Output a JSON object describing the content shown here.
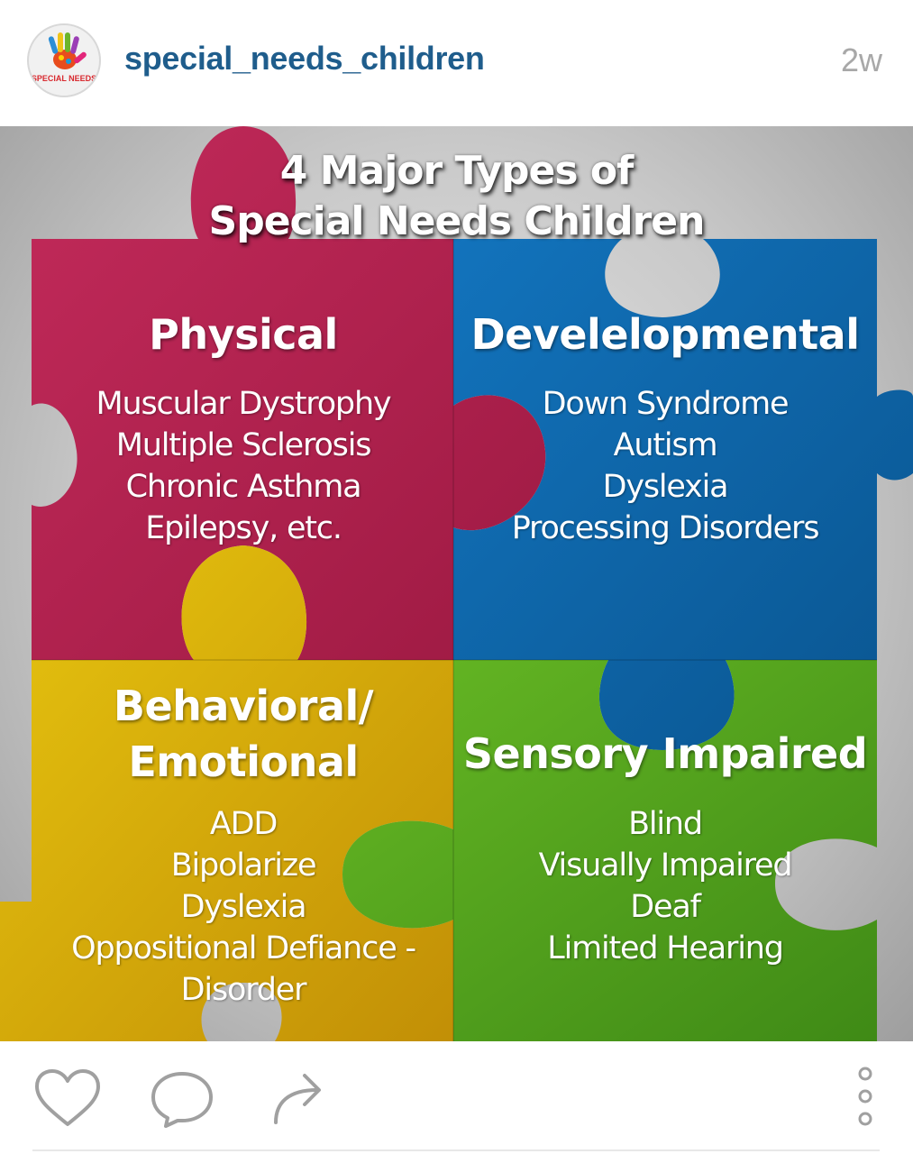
{
  "post": {
    "username": "special_needs_children",
    "timestamp": "2w",
    "avatar_text": "SPECIAL NEEDS"
  },
  "image": {
    "title_line1": "4 Major Types of",
    "title_line2": "Special Needs Children",
    "categories": [
      {
        "title": "Physical",
        "color": "#b5224f",
        "items": [
          "Muscular Dystrophy",
          "Multiple Sclerosis",
          "Chronic Asthma",
          "Epilepsy, etc."
        ]
      },
      {
        "title": "Develelopmental",
        "color": "#0d67ad",
        "items": [
          "Down Syndrome",
          "Autism",
          "Dyslexia",
          "Processing Disorders"
        ]
      },
      {
        "title_line1": "Behavioral/",
        "title_line2": "Emotional",
        "color": "#d9b20b",
        "items": [
          "ADD",
          "Bipolarize",
          "Dyslexia",
          "Oppositional Defiance -",
          "Disorder"
        ]
      },
      {
        "title": "Sensory Impaired",
        "color": "#5aa81e",
        "items": [
          "Blind",
          "Visually Impaired",
          "Deaf",
          "Limited Hearing"
        ]
      }
    ]
  },
  "actions": {
    "like_icon": "heart-icon",
    "comment_icon": "comment-icon",
    "share_icon": "share-icon",
    "more_icon": "more-options-icon"
  }
}
